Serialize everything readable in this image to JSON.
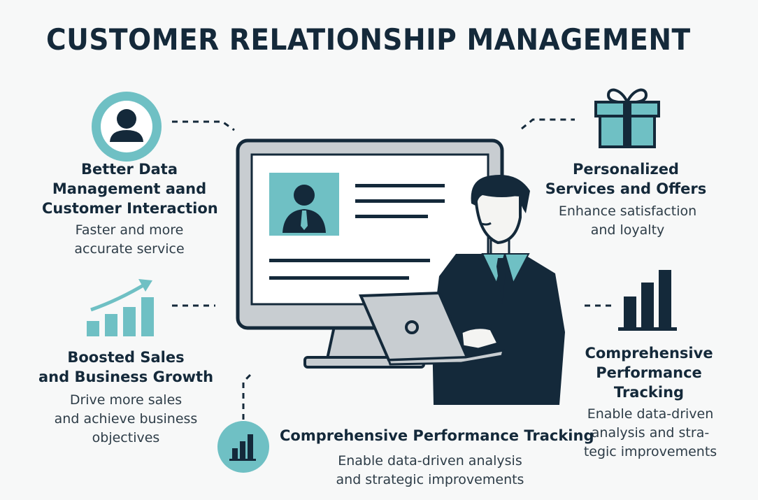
{
  "title": "CUSTOMER RELATIONSHIP MANAGEMENT",
  "colors": {
    "navy": "#14293a",
    "teal": "#6fc0c4",
    "gray": "#c8cdd1",
    "background": "#f7f8f8"
  },
  "features": {
    "data_management": {
      "icon": "user-circle-icon",
      "heading_lines": [
        "Better Data",
        "Management aand",
        "Customer Interaction"
      ],
      "desc_lines": [
        "Faster and more",
        "accurate service"
      ]
    },
    "personalized": {
      "icon": "gift-icon",
      "heading_lines": [
        "Personalized",
        "Services and Offers"
      ],
      "desc_lines": [
        "Enhance satisfaction",
        "and loyalty"
      ]
    },
    "sales_growth": {
      "icon": "growth-chart-icon",
      "heading_lines": [
        "Boosted Sales",
        "and Business Growth"
      ],
      "desc_lines": [
        "Drive more sales",
        "and achieve business",
        "objectives"
      ]
    },
    "performance_right": {
      "icon": "bar-chart-icon",
      "heading_lines": [
        "Comprehensive",
        "Performance",
        "Tracking"
      ],
      "desc_lines": [
        "Enable data-driven",
        "analysis and stra-",
        "tegic improvements"
      ]
    },
    "performance_bottom": {
      "icon": "bar-chart-circle-icon",
      "heading_lines": [
        "Comprehensive Performance Tracking"
      ],
      "desc_lines": [
        "Enable data-driven analysis",
        "and strategic improvements"
      ]
    }
  }
}
